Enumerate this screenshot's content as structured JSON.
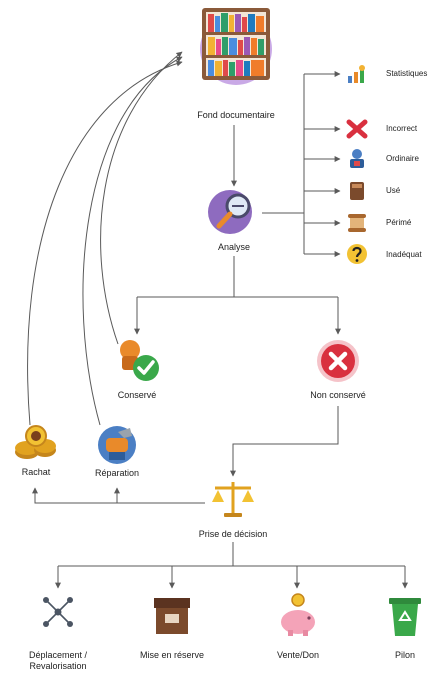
{
  "nodes": {
    "fonds": "Fond documentaire",
    "analyse": "Analyse",
    "conserve": "Conservé",
    "non_conserve": "Non conservé",
    "rachat": "Rachat",
    "reparation": "Réparation",
    "decision": "Prise de décision"
  },
  "criteria": [
    {
      "label": "Statistiques",
      "icon": "statistics-icon"
    },
    {
      "label": "Incorrect",
      "icon": "red-cross-icon"
    },
    {
      "label": "Ordinaire",
      "icon": "ordinary-person-icon"
    },
    {
      "label": "Usé",
      "icon": "worn-book-icon"
    },
    {
      "label": "Périmé",
      "icon": "outdated-scroll-icon"
    },
    {
      "label": "Inadéquat",
      "icon": "question-mark-icon"
    }
  ],
  "outcomes": [
    {
      "label_line1": "Déplacement /",
      "label_line2": "Revalorisation",
      "icon": "network-icon"
    },
    {
      "label_line1": "Mise en réserve",
      "label_line2": "",
      "icon": "storage-box-icon"
    },
    {
      "label_line1": "Vente/Don",
      "label_line2": "",
      "icon": "piggy-bank-icon"
    },
    {
      "label_line1": "Pilon",
      "label_line2": "",
      "icon": "recycle-bin-icon"
    }
  ],
  "colors": {
    "line": "#5a5a5a",
    "accent_purple": "#8e6bbf",
    "red": "#d9303f",
    "green": "#3aa84a",
    "orange": "#e98a2a",
    "gold": "#e1a21f",
    "pink": "#f4a3b8",
    "brown": "#7b4a2c",
    "blue": "#4b7fc4"
  }
}
